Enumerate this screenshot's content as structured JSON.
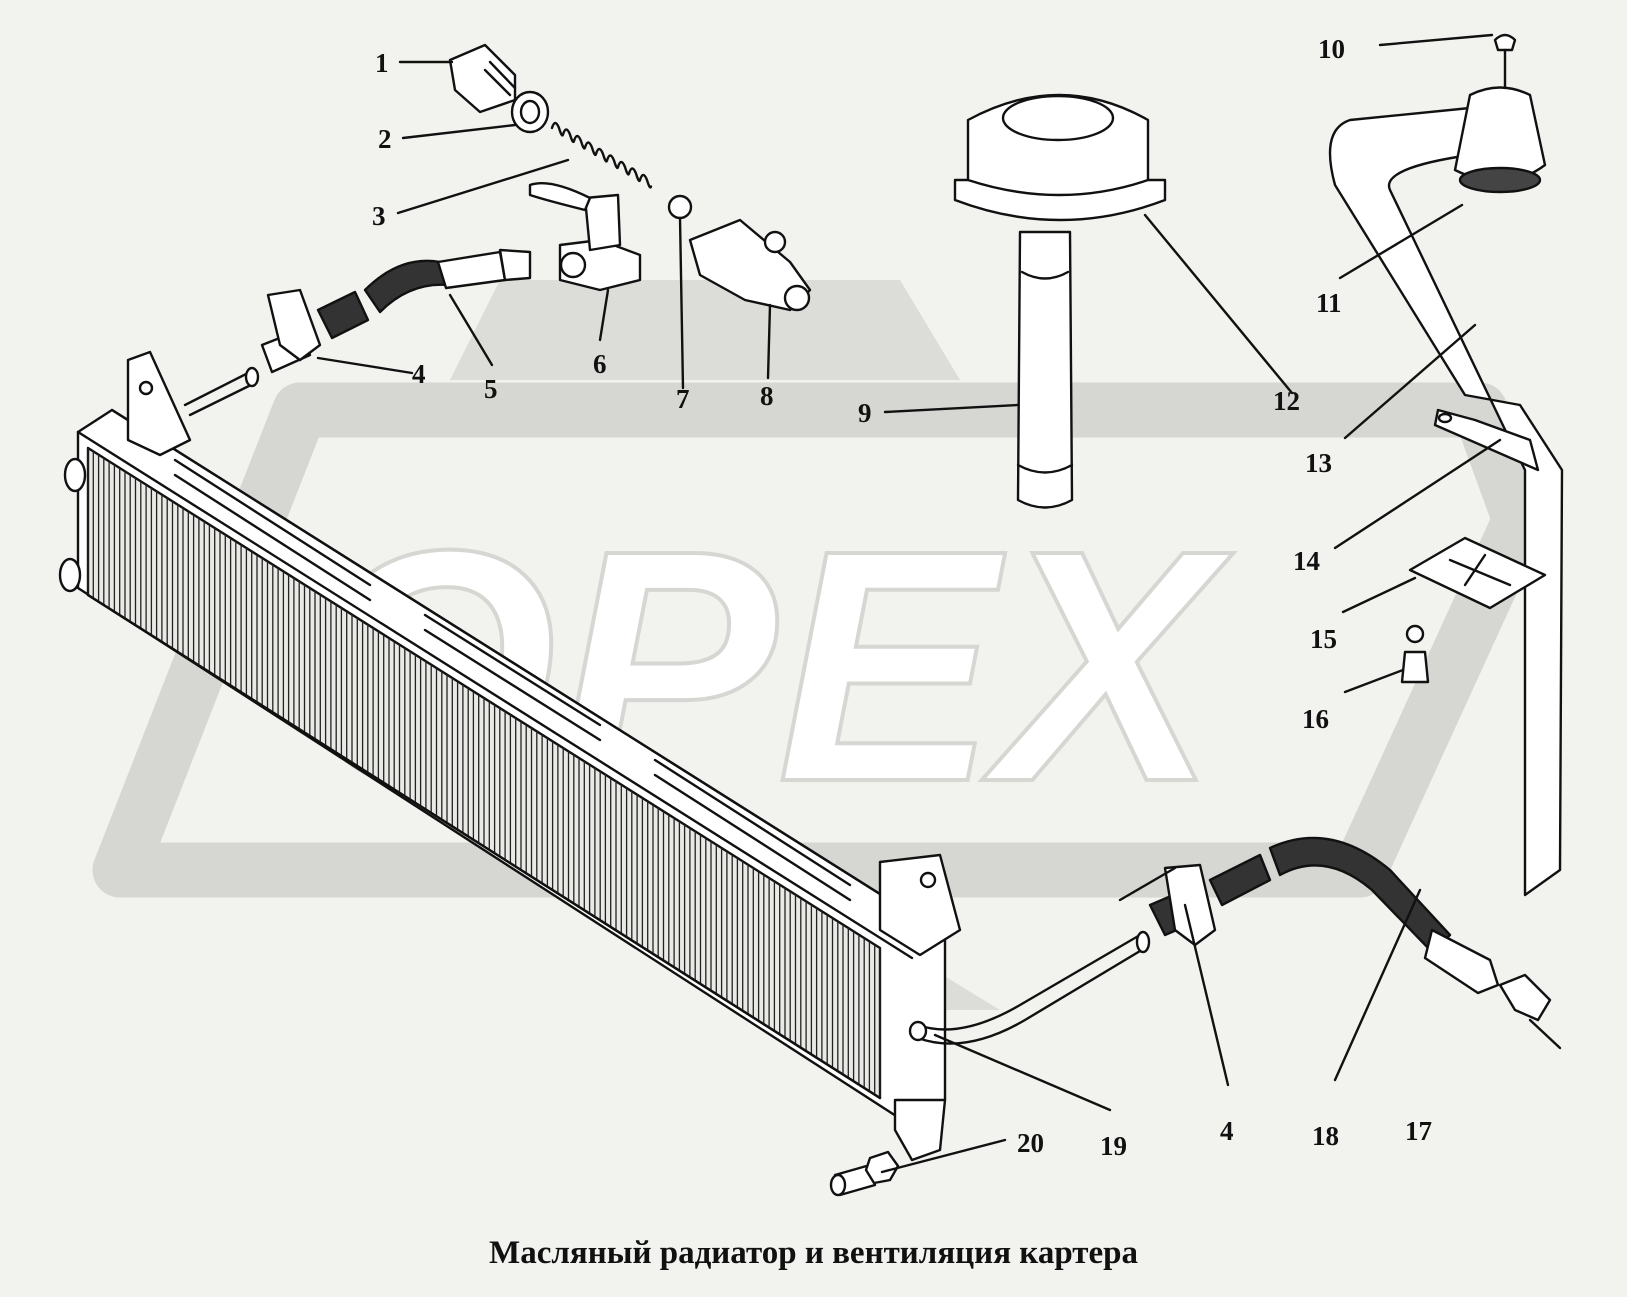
{
  "caption": "Масляный радиатор и вентиляция картера",
  "watermark": "OPEX",
  "colors": {
    "background": "#f2f2ef",
    "watermark": "#d6d6d2",
    "ink": "#111111",
    "part_fill": "#ffffff"
  },
  "callouts": [
    {
      "id": "1",
      "text": "1"
    },
    {
      "id": "2",
      "text": "2"
    },
    {
      "id": "3",
      "text": "3"
    },
    {
      "id": "4a",
      "text": "4"
    },
    {
      "id": "5",
      "text": "5"
    },
    {
      "id": "6",
      "text": "6"
    },
    {
      "id": "7",
      "text": "7"
    },
    {
      "id": "8",
      "text": "8"
    },
    {
      "id": "9",
      "text": "9"
    },
    {
      "id": "10",
      "text": "10"
    },
    {
      "id": "11",
      "text": "11"
    },
    {
      "id": "12",
      "text": "12"
    },
    {
      "id": "13",
      "text": "13"
    },
    {
      "id": "14",
      "text": "14"
    },
    {
      "id": "15",
      "text": "15"
    },
    {
      "id": "16",
      "text": "16"
    },
    {
      "id": "17",
      "text": "17"
    },
    {
      "id": "18",
      "text": "18"
    },
    {
      "id": "19",
      "text": "19"
    },
    {
      "id": "4b",
      "text": "4"
    },
    {
      "id": "20",
      "text": "20"
    }
  ]
}
